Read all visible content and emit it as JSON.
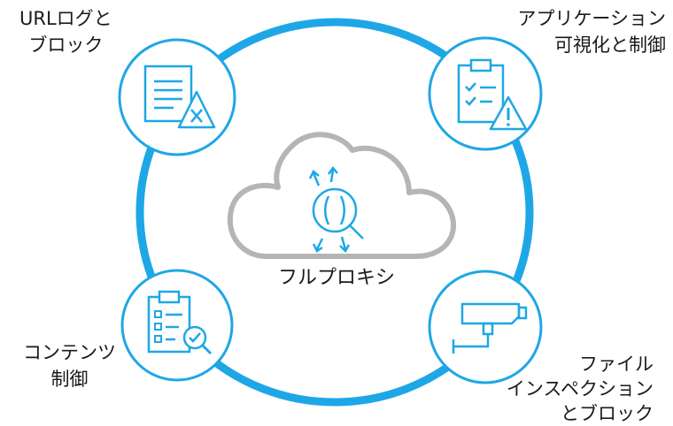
{
  "center": {
    "label": "フルプロキシ",
    "icon": "cloud-proxy-icon"
  },
  "nodes": [
    {
      "id": "url",
      "icon": "document-block-icon",
      "lines": [
        "URLログと",
        "ブロック"
      ]
    },
    {
      "id": "app",
      "icon": "clipboard-warning-icon",
      "lines": [
        "アプリケーション",
        "可視化と制御"
      ]
    },
    {
      "id": "content",
      "icon": "checklist-inspect-icon",
      "lines": [
        "コンテンツ",
        "制御"
      ]
    },
    {
      "id": "file",
      "icon": "camera-inspection-icon",
      "lines": [
        "ファイル",
        "インスペクション",
        "とブロック"
      ]
    }
  ],
  "colors": {
    "ring": "#1ea7e6",
    "icon": "#1ea7e6",
    "cloud": "#b5b5b5",
    "text": "#1a1a1a"
  }
}
